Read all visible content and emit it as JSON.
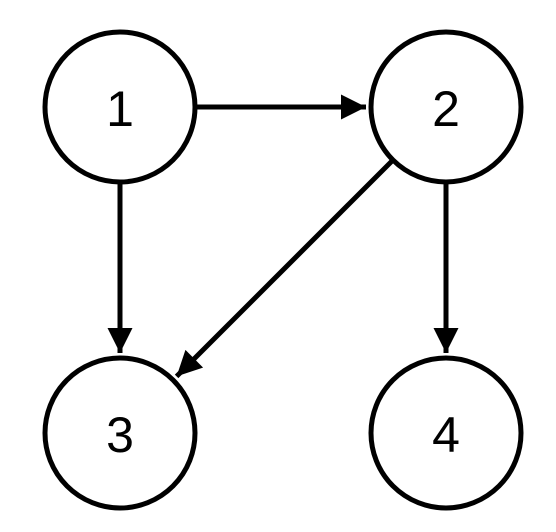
{
  "diagram": {
    "type": "directed-graph",
    "colors": {
      "stroke": "#000000",
      "fill": "#ffffff",
      "text": "#000000"
    },
    "nodes": [
      {
        "id": "1",
        "label": "1"
      },
      {
        "id": "2",
        "label": "2"
      },
      {
        "id": "3",
        "label": "3"
      },
      {
        "id": "4",
        "label": "4"
      }
    ],
    "edges": [
      {
        "from": "1",
        "to": "2"
      },
      {
        "from": "1",
        "to": "3"
      },
      {
        "from": "2",
        "to": "3"
      },
      {
        "from": "2",
        "to": "4"
      }
    ]
  }
}
